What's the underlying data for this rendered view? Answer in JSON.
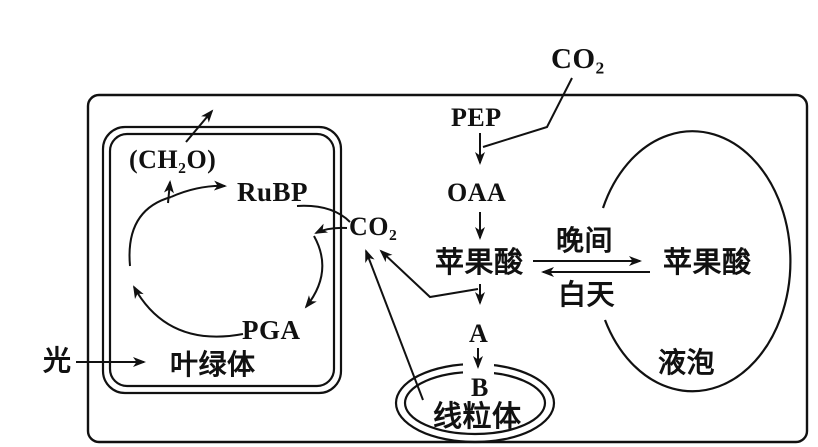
{
  "figure": {
    "title_hint": "CAM plant carbon metabolism pathway diagram",
    "background_color": "#ffffff",
    "line_color": "#111111",
    "labels": {
      "co2_top": "CO₂",
      "pep": "PEP",
      "oaa": "OAA",
      "malate_cytosol": "苹果酸",
      "night": "晚间",
      "day": "白天",
      "malate_vacuole": "苹果酸",
      "vacuole": "液泡",
      "substance_a": "A",
      "substance_b": "B",
      "mitochondrion": "线粒体",
      "ch2o": "(CH₂O)",
      "rubp": "RuBP",
      "pga": "PGA",
      "co2_stroma": "CO₂",
      "chloroplast": "叶绿体",
      "light": "光"
    }
  }
}
